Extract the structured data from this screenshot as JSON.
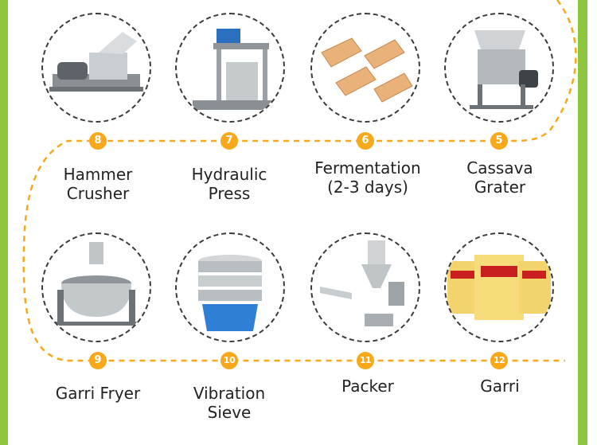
{
  "steps": [
    {
      "number": "5",
      "label": "Cassava\nGrater"
    },
    {
      "number": "6",
      "label": "Fermentation\n(2-3 days)"
    },
    {
      "number": "7",
      "label": "Hydraulic\nPress"
    },
    {
      "number": "8",
      "label": "Hammer\nCrusher"
    },
    {
      "number": "9",
      "label": "Garri Fryer"
    },
    {
      "number": "10",
      "label": "Vibration\nSieve"
    },
    {
      "number": "11",
      "label": "Packer"
    },
    {
      "number": "12",
      "label": "Garri"
    }
  ],
  "colors": {
    "accent": "#f7a81b",
    "frame": "#8cc63f",
    "circle_border": "#3a3a3a"
  },
  "icons": [
    "hammer-crusher-icon",
    "hydraulic-press-icon",
    "fermentation-rack-icon",
    "cassava-grater-icon",
    "garri-fryer-icon",
    "vibration-sieve-icon",
    "packer-icon",
    "garri-bag-icon"
  ]
}
